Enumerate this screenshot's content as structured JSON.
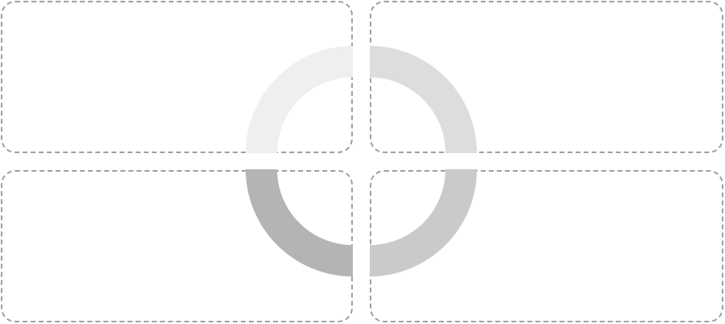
{
  "diagram": {
    "panel_border_color": "#a0a0a0",
    "panels": [
      {
        "id": "top-left"
      },
      {
        "id": "top-right"
      },
      {
        "id": "bottom-left"
      },
      {
        "id": "bottom-right"
      }
    ],
    "ring_segments": [
      {
        "quadrant": "top-left",
        "color": "#efefed"
      },
      {
        "quadrant": "top-right",
        "color": "#dcdddc"
      },
      {
        "quadrant": "bottom-right",
        "color": "#c9cac9"
      },
      {
        "quadrant": "bottom-left",
        "color": "#b3b4b3"
      }
    ]
  }
}
